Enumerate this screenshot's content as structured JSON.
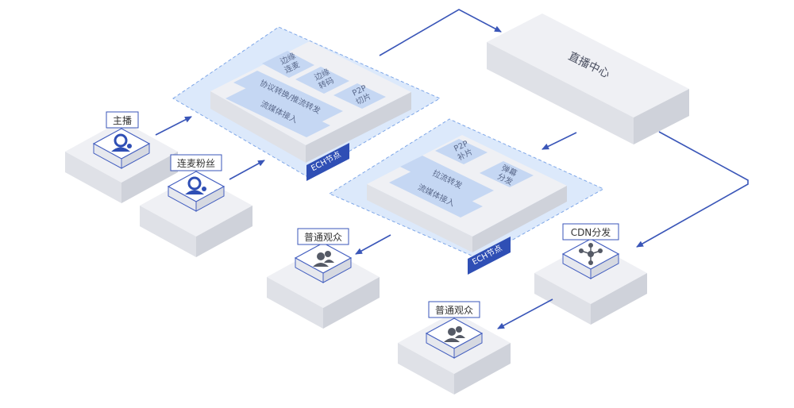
{
  "nodes": {
    "anchor": {
      "label": "主播"
    },
    "co_host_fan": {
      "label": "连麦粉丝"
    },
    "viewer_1": {
      "label": "普通观众"
    },
    "viewer_2": {
      "label": "普通观众"
    },
    "cdn": {
      "label": "CDN分发"
    },
    "live_center": {
      "label": "直播中心"
    }
  },
  "ech_node_1": {
    "badge": "ECH节点",
    "modules": {
      "edge_mic": "边缘\n连麦",
      "edge_transcode": "边缘\n转码",
      "p2p_slice": "P2P\n切片",
      "protocol": "协议转换/推流转发",
      "stream_access": "流媒体接入"
    }
  },
  "ech_node_2": {
    "badge": "ECH节点",
    "modules": {
      "p2p_patch": "P2P\n补片",
      "danmaku": "弹幕\n分发",
      "pull": "拉流转发",
      "stream_access": "流媒体接入"
    }
  },
  "colors": {
    "arrow": "#3a56b8",
    "badge": "#2f4fb5",
    "block_top": "#eff0f4",
    "block_left": "#dfe1e7",
    "block_right": "#cfd2da",
    "dashed_area": "#dbe8fb",
    "module": "#c5d7f3"
  }
}
